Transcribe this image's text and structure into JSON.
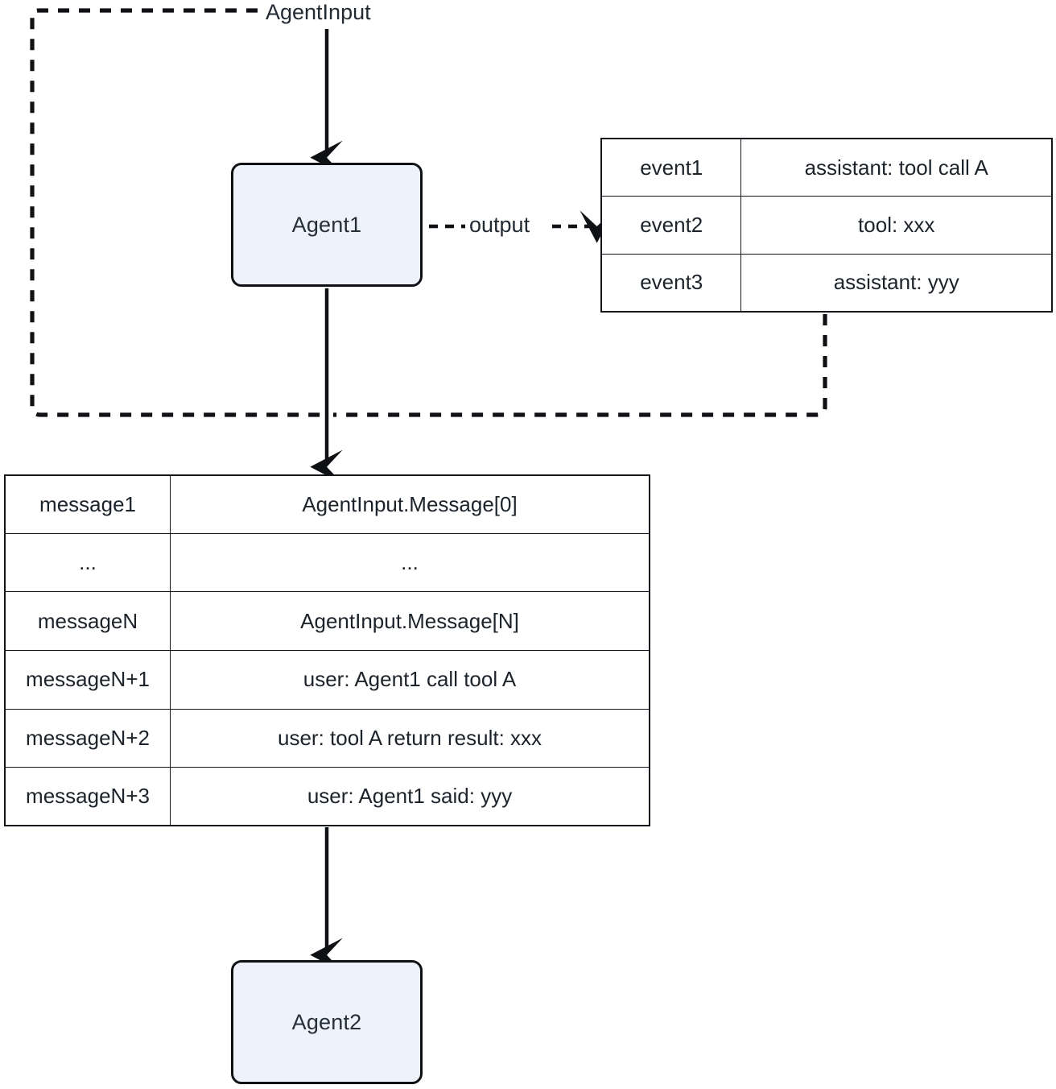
{
  "diagram": {
    "title": "Agent handoff message construction flow",
    "type": "flowchart",
    "background": "#ffffff",
    "accent_fill": "#eef2fb",
    "stroke": "#12151a",
    "text_color": "#25303b"
  },
  "nodes": [
    {
      "id": "agent1",
      "label": "Agent1"
    },
    {
      "id": "agent2",
      "label": "Agent2"
    }
  ],
  "edge_labels": {
    "agent_input": "AgentInput",
    "output": "output"
  },
  "event_table": {
    "name": "event-table",
    "rows": [
      {
        "key": "event1",
        "value": "assistant: tool call A"
      },
      {
        "key": "event2",
        "value": "tool: xxx"
      },
      {
        "key": "event3",
        "value": "assistant: yyy"
      }
    ]
  },
  "message_table": {
    "name": "message-table",
    "rows": [
      {
        "key": "message1",
        "value": "AgentInput.Message[0]"
      },
      {
        "key": "...",
        "value": "..."
      },
      {
        "key": "messageN",
        "value": "AgentInput.Message[N]"
      },
      {
        "key": "messageN+1",
        "value": "user: Agent1 call tool A"
      },
      {
        "key": "messageN+2",
        "value": "user: tool A return result: xxx"
      },
      {
        "key": "messageN+3",
        "value": "user: Agent1 said: yyy"
      }
    ]
  }
}
